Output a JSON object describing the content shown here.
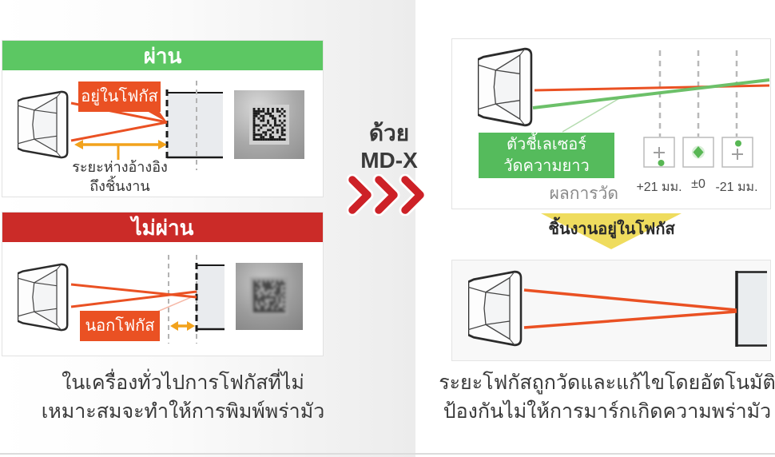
{
  "left": {
    "pass": {
      "header": "ผ่าน",
      "focus_label": "อยู่ในโฟกัส",
      "distance_line1": "ระยะห่างอ้างอิง",
      "distance_line2": "ถึงชิ้นงาน"
    },
    "fail": {
      "header": "ไม่ผ่าน",
      "focus_label": "นอกโฟกัส"
    },
    "caption_line1": "ในเครื่องทั่วไปการโฟกัสที่ไม่",
    "caption_line2": "เหมาะสมจะทำให้การพิมพ์พร่ามัว"
  },
  "middle": {
    "line1": "ด้วย",
    "line2": "MD-X"
  },
  "right": {
    "measure": {
      "laser_line1": "ตัวชี้เลเซอร์",
      "laser_line2": "วัดความยาว",
      "result_label": "ผลการวัด",
      "readings": [
        {
          "label": "+21 มม.",
          "marker": "dot-below-cross"
        },
        {
          "label": "±0",
          "marker": "diamond-center"
        },
        {
          "label": "-21 มม.",
          "marker": "dot-above-cross"
        }
      ]
    },
    "arrow_label": "ชิ้นงานอยู่ในโฟกัส",
    "caption_line1": "ระยะโฟกัสถูกวัดและแก้ไขโดยอัตโนมัติ",
    "caption_line2": "ป้องกันไม่ให้การมาร์กเกิดความพร่ามัว"
  },
  "colors": {
    "pass_green": "#5cc763",
    "fail_red": "#cb2b28",
    "laser_red": "#ea5123",
    "arrow_orange": "#f2a21c",
    "measure_green": "#55bb5c",
    "beam_green": "#6cc069",
    "chevron_red": "#cd2127",
    "highlight_yellow": "#efdc5e"
  }
}
